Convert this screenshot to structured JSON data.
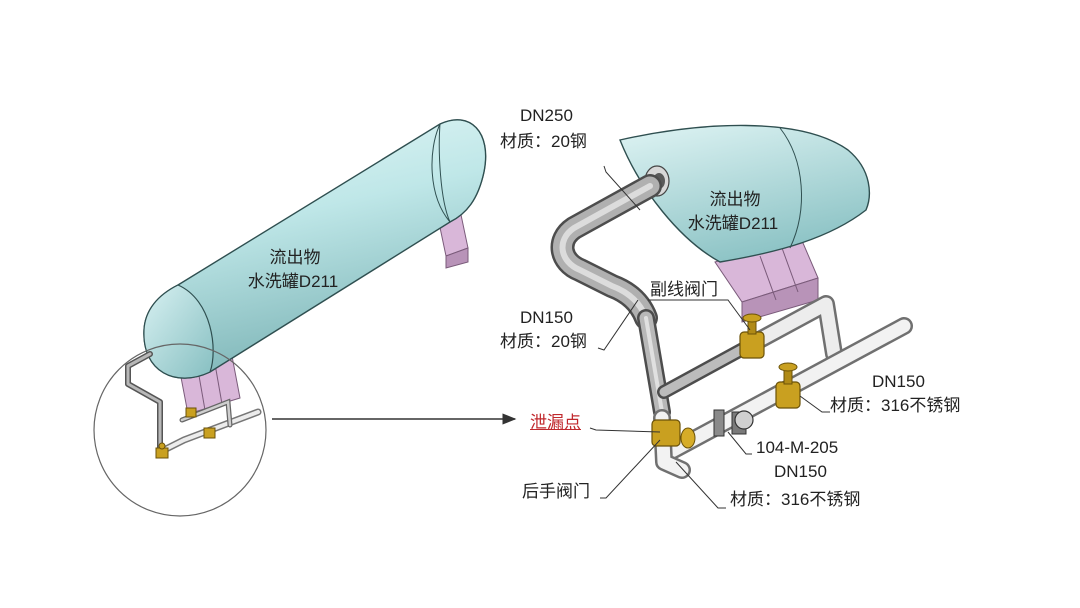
{
  "colors": {
    "tank_body": "#bfe7e8",
    "tank_shadow": "#7fb6b8",
    "support": "#d9b7d9",
    "pipe": "#9a9a9a",
    "stainless_pipe": "#e6e6e6",
    "valve": "#c9a020",
    "leak_label": "#c0282d"
  },
  "left_tank": {
    "name_line1": "流出物",
    "name_line2": "水洗罐D211"
  },
  "right_tank": {
    "name_line1": "流出物",
    "name_line2": "水洗罐D211"
  },
  "labels": {
    "dn250_size": "DN250",
    "dn250_material": "材质：20钢",
    "dn150_size": "DN150",
    "dn150_material": "材质：20钢",
    "bypass_valve": "副线阀门",
    "leak_point": "泄漏点",
    "rear_valve": "后手阀门",
    "right_pipe_size": "DN150",
    "right_pipe_material": "材质：316不锈钢",
    "tag_number": "104-M-205",
    "tag_size": "DN150",
    "tag_material": "材质：316不锈钢"
  }
}
